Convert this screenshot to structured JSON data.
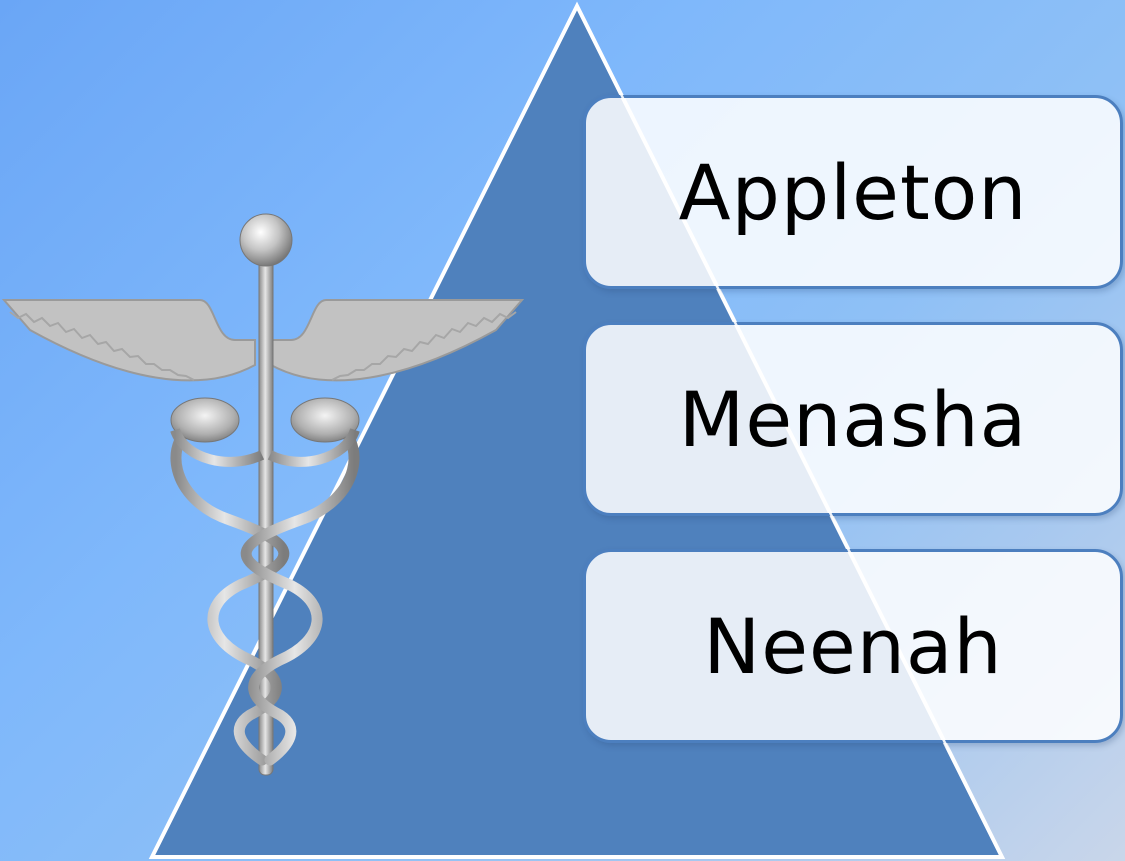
{
  "slide": {
    "items": [
      {
        "label": "Appleton"
      },
      {
        "label": "Menasha"
      },
      {
        "label": "Neenah"
      }
    ]
  },
  "colors": {
    "background_top": "#6aa6f6",
    "pyramid_fill": "#4f81bd",
    "pyramid_edge": "#ffffff",
    "box_border": "#4c7fbf",
    "box_fill": "#f2f6fc",
    "label_text": "#000000",
    "emblem_metal": "#b8b8b8"
  },
  "icons": {
    "emblem": "caduceus-icon"
  }
}
